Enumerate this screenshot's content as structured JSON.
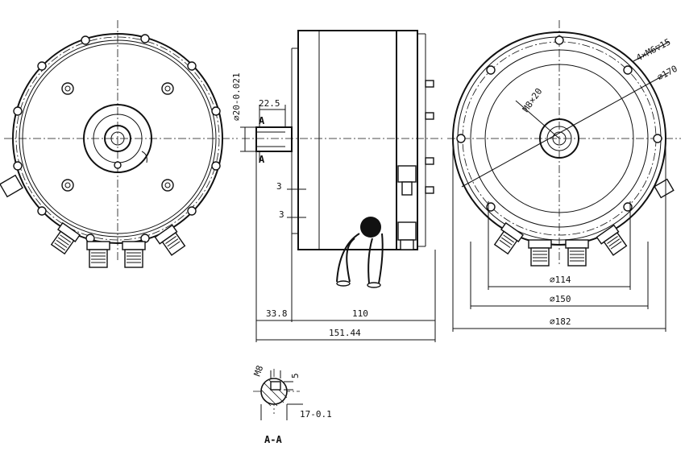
{
  "drawing": {
    "front_view": {
      "bolt_pattern_label": "4×M6▽15",
      "pcd_label": "⌀170",
      "shaft_thread_label": "M8×20",
      "dia_114": "⌀114",
      "dia_150": "⌀150",
      "dia_182": "⌀182"
    },
    "side_view": {
      "shaft_dia_label": "⌀20-0.021",
      "shaft_key_length": "22.5",
      "section_mark_top": "A",
      "section_mark_bottom": "A",
      "step_1": "3",
      "step_2": "3",
      "shaft_length": "33.8",
      "body_length": "110",
      "total_length": "151.44"
    },
    "section": {
      "key_width": "M8",
      "key_depth": "5",
      "shaft_size": "17-0.1",
      "title": "A-A"
    }
  }
}
